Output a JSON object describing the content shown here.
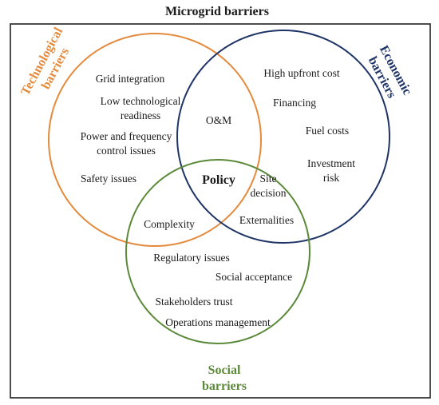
{
  "title": "Microgrid barriers",
  "colors": {
    "technological": "#e48a3c",
    "economic": "#1f3466",
    "social": "#5b8a3a",
    "frame": "#222222"
  },
  "sets": {
    "technological": {
      "line1": "Technological",
      "line2": "barriers"
    },
    "economic": {
      "line1": "Economic",
      "line2": "barriers"
    },
    "social": {
      "line1": "Social",
      "line2": "barriers"
    }
  },
  "items": {
    "grid_integration": "Grid integration",
    "low_tech_1": "Low technological",
    "low_tech_2": "readiness",
    "power_freq_1": "Power and frequency",
    "power_freq_2": "control issues",
    "safety": "Safety issues",
    "om": "O&M",
    "policy": "Policy",
    "high_upfront": "High upfront cost",
    "financing": "Financing",
    "fuel_costs": "Fuel costs",
    "investment_1": "Investment",
    "investment_2": "risk",
    "site_1": "Site",
    "site_2": "decision",
    "externalities": "Externalities",
    "complexity": "Complexity",
    "regulatory": "Regulatory issues",
    "social_acceptance": "Social acceptance",
    "stakeholders": "Stakeholders trust",
    "operations": "Operations management"
  }
}
